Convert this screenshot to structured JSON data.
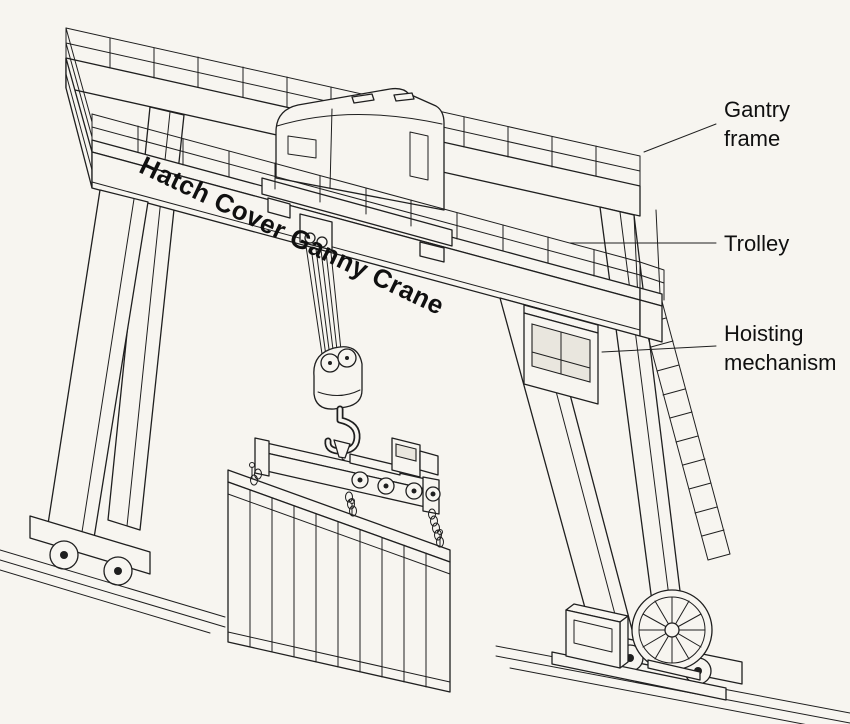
{
  "diagram": {
    "title": "Hatch Cover Ganny Crane",
    "labels": [
      {
        "id": "gantry-frame",
        "text": "Gantry frame"
      },
      {
        "id": "trolley",
        "text": "Trolley"
      },
      {
        "id": "hoisting-mechanism",
        "text": "Hoisting mechanism"
      }
    ],
    "colors": {
      "background": "#f7f5f0",
      "line": "#1f1f1f",
      "text": "#101010"
    }
  }
}
